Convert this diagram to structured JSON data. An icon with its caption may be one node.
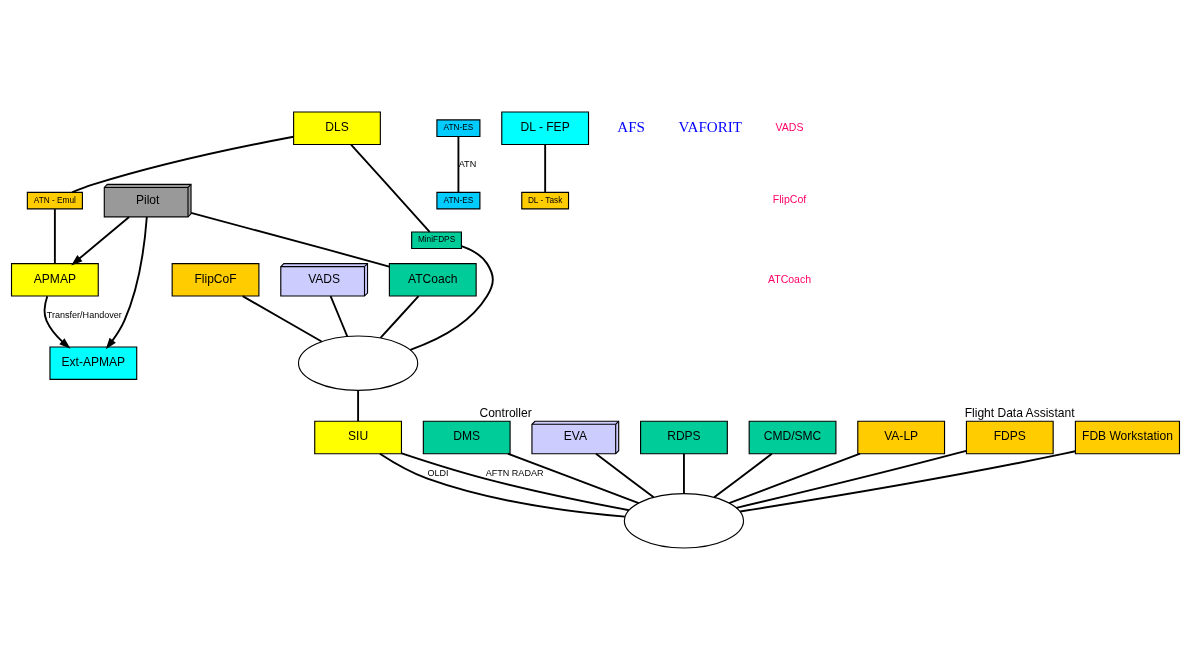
{
  "diagram": {
    "nodes": [
      {
        "text": [
          "DLS"
        ]
      },
      {
        "text": [
          "ATN - Emul"
        ]
      },
      {
        "text": [
          "APMAP"
        ]
      },
      {
        "text": [
          "MiniFDPS"
        ]
      },
      {
        "text": [
          "Pilot"
        ]
      },
      {
        "text": [
          "Ext-APMAP"
        ]
      },
      {
        "text": [
          "ATN-ES"
        ]
      },
      {
        "text": [
          "DMS"
        ]
      },
      {
        "text": [
          "EVA"
        ],
        "beside": [
          "Controller"
        ]
      },
      {
        "text": [],
        "shape": "ellipse"
      },
      {
        "text": [
          "ATCoach"
        ]
      },
      {
        "text": [
          "FlipCoF"
        ]
      },
      {
        "text": [
          "VADS"
        ]
      },
      {
        "text": [],
        "shape": "ellipse"
      },
      {
        "text": [
          "RDPS"
        ]
      },
      {
        "text": [
          "CMD/SMC"
        ]
      },
      {
        "text": [
          "ATN-ES"
        ]
      },
      {
        "text": [
          "DL - FEP"
        ]
      },
      {
        "text": [
          "VA-LP"
        ]
      },
      {
        "text": [
          "DL - Task"
        ]
      },
      {
        "text": [
          "FDPS"
        ]
      },
      {
        "text": [
          "FDB Workstation"
        ],
        "beside": [
          "Flight Data Assistant"
        ]
      },
      {
        "text": [
          "SIU"
        ]
      }
    ],
    "edges": [
      {
        "from": 0,
        "to": 1,
        "arrow": "none"
      },
      {
        "from": 1,
        "to": 2,
        "arrow": "none"
      },
      {
        "from": 0,
        "to": 3,
        "arrow": "none"
      },
      {
        "from": 4,
        "to": 2,
        "arrow": "to"
      },
      {
        "from": 2,
        "to": 5,
        "arrow": "to",
        "label": "Transfer/Handover"
      },
      {
        "from": 4,
        "to": 5,
        "arrow": "to"
      },
      {
        "from": 3,
        "to": 9,
        "arrow": "none"
      },
      {
        "from": 4,
        "to": 10,
        "arrow": "none"
      },
      {
        "from": 10,
        "to": 9,
        "arrow": "none"
      },
      {
        "from": 11,
        "to": 9,
        "arrow": "none"
      },
      {
        "from": 12,
        "to": 9,
        "arrow": "none"
      },
      {
        "from": 9,
        "to": 22,
        "arrow": "none"
      },
      {
        "from": 6,
        "to": 16,
        "arrow": "none",
        "label": "ATN"
      },
      {
        "from": 7,
        "to": 13,
        "arrow": "none"
      },
      {
        "from": 8,
        "to": 13,
        "arrow": "none"
      },
      {
        "from": 14,
        "to": 13,
        "arrow": "none"
      },
      {
        "from": 15,
        "to": 13,
        "arrow": "none"
      },
      {
        "from": 17,
        "to": 19,
        "arrow": "none"
      },
      {
        "from": 20,
        "to": 13,
        "arrow": "none"
      },
      {
        "from": 18,
        "to": 13,
        "arrow": "none"
      },
      {
        "from": 21,
        "to": 13,
        "arrow": "none"
      },
      {
        "from": 22,
        "to": 13,
        "arrow": "none",
        "label": "AFTN RADAR"
      },
      {
        "from": 22,
        "to": 13,
        "arrow": "none",
        "label": "OLDI"
      }
    ],
    "labels": [
      "AFS",
      "VAFORIT",
      "VADS",
      "FlipCof",
      "ATCoach"
    ]
  }
}
